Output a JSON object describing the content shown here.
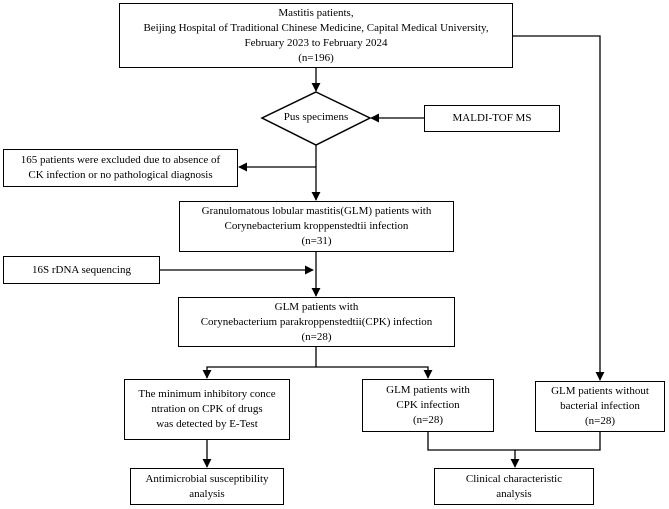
{
  "nodes": {
    "start": {
      "lines": [
        "Mastitis patients,",
        "Beijing Hospital of Traditional Chinese Medicine, Capital Medical University,",
        "February 2023 to February 2024",
        "(n=196)"
      ]
    },
    "pus": {
      "label": "Pus specimens"
    },
    "maldi": {
      "lines": [
        "MALDI-TOF MS"
      ]
    },
    "excluded": {
      "lines": [
        "165 patients were excluded due to absence of",
        "CK infection or no pathological diagnosis"
      ]
    },
    "glm_ck": {
      "lines": [
        "Granulomatous lobular mastitis(GLM) patients with",
        "Corynebacterium kroppenstedtii infection",
        "(n=31)"
      ]
    },
    "rdna": {
      "lines": [
        "16S rDNA sequencing"
      ]
    },
    "glm_cpk": {
      "lines": [
        "GLM patients with",
        "Corynebacterium parakroppenstedtii(CPK) infection",
        "(n=28)"
      ]
    },
    "mic": {
      "lines": [
        "The minimum inhibitory conce",
        "ntration on CPK  of drugs",
        "was detected by E-Test"
      ]
    },
    "glm_cpk2": {
      "lines": [
        "GLM patients with",
        "CPK infection",
        "(n=28)"
      ]
    },
    "glm_noinf": {
      "lines": [
        "GLM patients without",
        "bacterial infection",
        "(n=28)"
      ]
    },
    "ast": {
      "lines": [
        "Antimicrobial susceptibility",
        "analysis"
      ]
    },
    "clinical": {
      "lines": [
        "Clinical characteristic",
        "analysis"
      ]
    }
  }
}
